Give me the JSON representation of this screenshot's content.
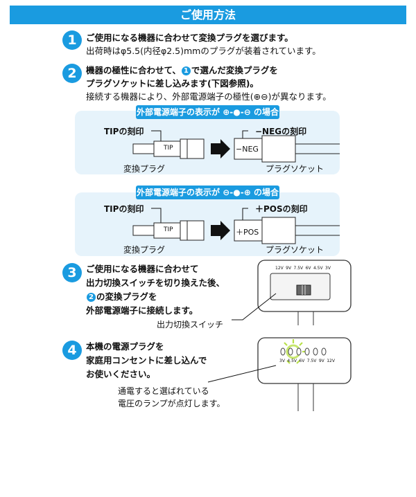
{
  "title": "ご使用方法",
  "steps": {
    "s1": {
      "num": "1",
      "line1": "ご使用になる機器に合わせて変換プラグを選びます。",
      "line2": "出荷時はφ5.5(内径φ2.5)mmのプラグが装着されています。"
    },
    "s2": {
      "num": "2",
      "line1a": "機器の極性に合わせて、",
      "ref": "1",
      "line1b": "で選んだ変換プラグを",
      "line2": "プラグソケットに差し込みます(下図参照)。",
      "line3": "接続する機器により、外部電源端子の極性(⊕⊖)が異なります。"
    },
    "s3": {
      "num": "3",
      "line1": "ご使用になる機器に合わせて",
      "line2": "出力切換スイッチを切り換えた後、",
      "ref": "2",
      "line3b": "の変換プラグを",
      "line4": "外部電源端子に接続します。",
      "caption": "出力切換スイッチ"
    },
    "s4": {
      "num": "4",
      "line1": "本機の電源プラグを",
      "line2": "家庭用コンセントに差し込んで",
      "line3": "お使いください。",
      "caption1": "通電すると選ばれている",
      "caption2": "電圧のランプが点灯します。"
    }
  },
  "diagram1": {
    "title": "外部電源端子の表示が ⊕-●-⊖ の場合",
    "tip_label": "TIPの刻印",
    "socket_label": "−NEGの刻印",
    "plug_mark": "TIP",
    "socket_mark": "−NEG",
    "plug_name": "変換プラグ",
    "socket_name": "プラグソケット"
  },
  "diagram2": {
    "title": "外部電源端子の表示が ⊖-●-⊕ の場合",
    "tip_label": "TIPの刻印",
    "socket_label": "＋POSの刻印",
    "plug_mark": "TIP",
    "socket_mark": "＋POS",
    "plug_name": "変換プラグ",
    "socket_name": "プラグソケット"
  },
  "switch_voltages": [
    "12V",
    "9V",
    "7.5V",
    "6V",
    "4.5V",
    "3V"
  ],
  "lamp_voltages": [
    "3V",
    "4.5V",
    "6V",
    "7.5V",
    "9V",
    "12V"
  ],
  "colors": {
    "accent": "#1a9be0",
    "panel": "#e6f3fb",
    "lamp_glow": "#b8e04a"
  }
}
